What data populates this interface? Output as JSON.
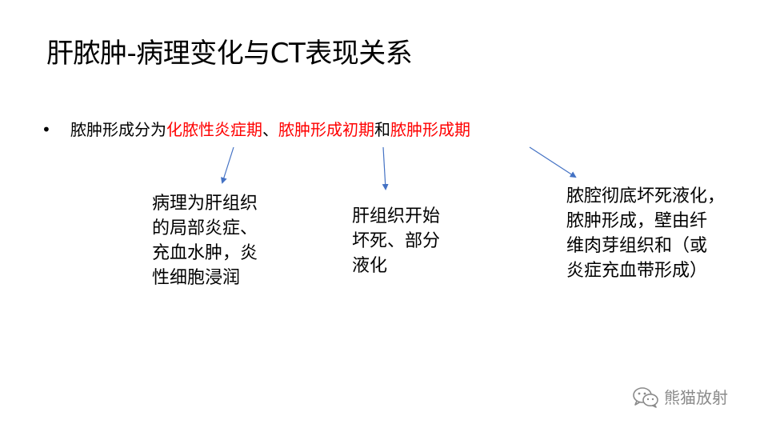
{
  "slide": {
    "title": "肝脓肿-病理变化与CT表现关系",
    "bullet": {
      "marker": "•",
      "prefix": "脓肿形成分为",
      "stage1": "化脓性炎症期",
      "sep1": "、",
      "stage2": "脓肿形成初期",
      "sep2": "和",
      "stage3": "脓肿形成期"
    },
    "callouts": [
      {
        "lines": [
          "病理为肝组织",
          "的局部炎症、",
          "充血水肿，炎",
          "性细胞浸润"
        ]
      },
      {
        "lines": [
          "肝组织开始",
          "坏死、部分",
          "液化"
        ]
      },
      {
        "lines": [
          "脓腔彻底坏死液化，",
          "脓肿形成，壁由纤",
          "维肉芽组织和（或",
          "炎症充血带形成）"
        ]
      }
    ]
  },
  "watermark": {
    "icon": "wechat-icon",
    "text": "熊猫放射"
  },
  "colors": {
    "highlight": "#ff0000",
    "arrow": "#4472c4",
    "text": "#000000",
    "watermark": "#8a8a8a"
  }
}
